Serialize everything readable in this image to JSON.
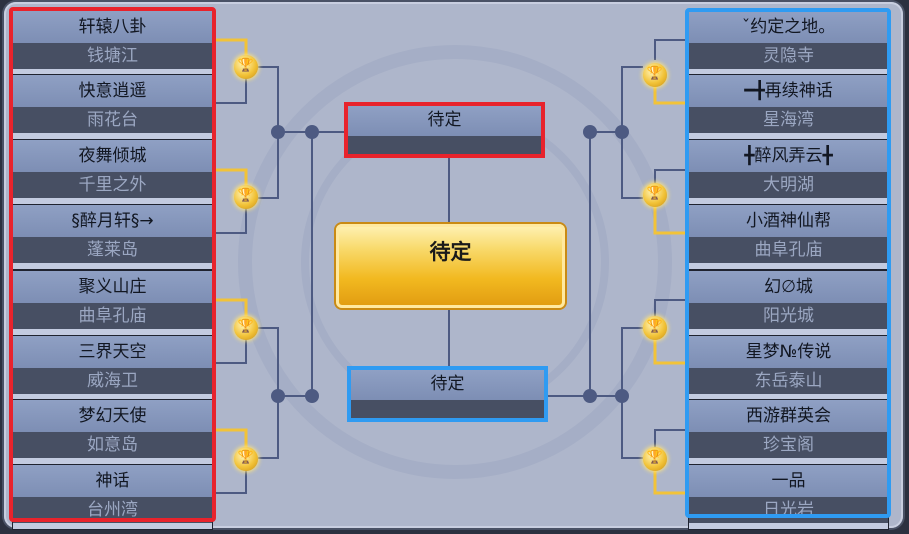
{
  "left_teams": [
    {
      "name": "轩辕八卦",
      "server": "钱塘江"
    },
    {
      "name": "快意逍遥",
      "server": "雨花台"
    },
    {
      "name": "夜舞倾城",
      "server": "千里之外"
    },
    {
      "name": "§醉月轩§→",
      "server": "蓬莱岛"
    },
    {
      "name": "聚义山庄",
      "server": "曲阜孔庙"
    },
    {
      "name": "三界天空",
      "server": "威海卫"
    },
    {
      "name": "梦幻天使",
      "server": "如意岛"
    },
    {
      "name": "神话",
      "server": "台州湾"
    }
  ],
  "right_teams": [
    {
      "name": "ˇ约定之地。",
      "server": "灵隐寺"
    },
    {
      "name": "━╋再续神话",
      "server": "星海湾"
    },
    {
      "name": "╋醉风弄云╋",
      "server": "大明湖"
    },
    {
      "name": "小酒神仙帮",
      "server": "曲阜孔庙"
    },
    {
      "name": "幻∅城",
      "server": "阳光城"
    },
    {
      "name": "星梦№传说",
      "server": "东岳泰山"
    },
    {
      "name": "西游群英会",
      "server": "珍宝阁"
    },
    {
      "name": "一品",
      "server": "日光岩"
    }
  ],
  "semifinal_top": {
    "label": "待定"
  },
  "semifinal_bottom": {
    "label": "待定"
  },
  "final": {
    "label": "待定"
  },
  "colors": {
    "left_group": "#e8232c",
    "right_group": "#2f9bf2",
    "bracket_line": "#4d5a82",
    "winner_line": "#f2c338"
  }
}
